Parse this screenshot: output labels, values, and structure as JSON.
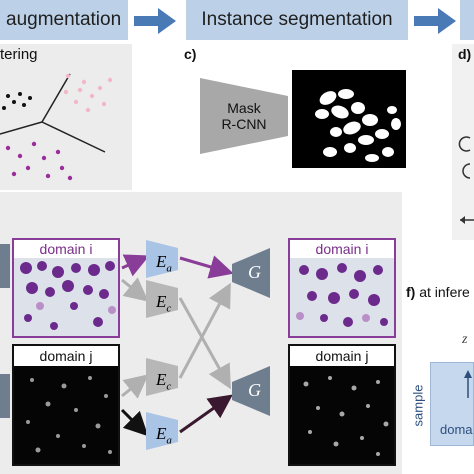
{
  "headers": {
    "augmentation": "augmentation",
    "instance_seg": "Instance segmentation"
  },
  "panels": {
    "a_text": "tering",
    "c_label": "c)",
    "d_label": "d)",
    "f_label": "f)",
    "f_text": "at infere",
    "f_sample": "sample",
    "f_doma": "doma",
    "f_z": "z"
  },
  "mask_rcnn": {
    "line1": "Mask",
    "line2": "R-CNN"
  },
  "domains": {
    "i_left": "domain i",
    "j_left": "domain j",
    "i_right": "domain i",
    "j_right": "domain j"
  },
  "encoders": {
    "ea": "E",
    "ea_sub": "a",
    "ec": "E",
    "ec_sub": "c"
  },
  "generator": "G",
  "colors": {
    "header_bg": "#bcd1e8",
    "arrow_blue": "#4a7ab5",
    "purple": "#8a3d98",
    "encoder_blue": "#a9c4e4",
    "encoder_gray": "#b7b7b7",
    "generator_gray": "#6e7e8e"
  }
}
